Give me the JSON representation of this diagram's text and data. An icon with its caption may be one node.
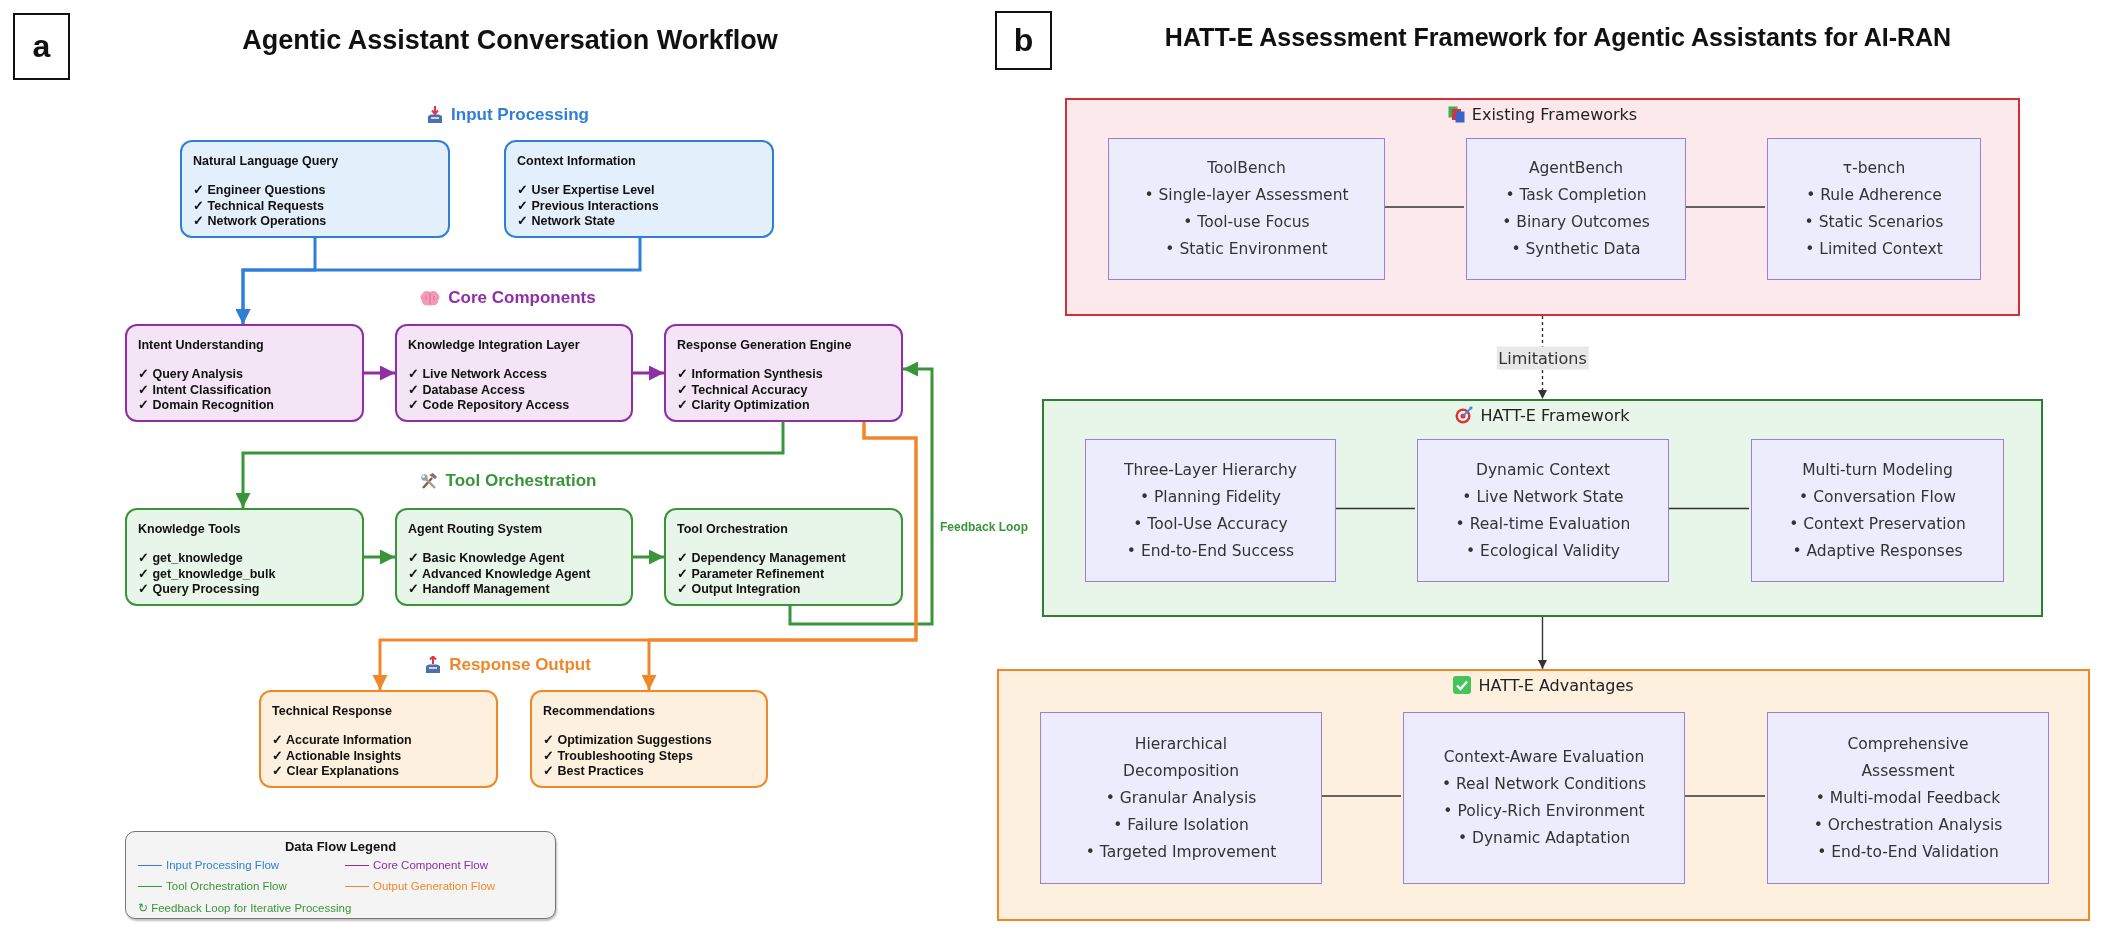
{
  "diagram": {
    "nodes": [
      {
        "text": [
          "Natural Language Query",
          "✓ Engineer Questions",
          "✓ Technical Requests",
          "✓ Network Operations"
        ]
      },
      {
        "text": [
          "Context Information",
          "✓ User Expertise Level",
          "✓ Previous Interactions",
          "✓ Network State"
        ]
      },
      {
        "text": [
          "Intent Understanding",
          "✓ Query Analysis",
          "✓ Intent Classification",
          "✓ Domain Recognition"
        ]
      },
      {
        "text": [
          "Knowledge Integration Layer",
          "✓ Live Network Access",
          "✓ Database Access",
          "✓ Code Repository Access"
        ]
      },
      {
        "text": [
          "Response Generation Engine",
          "✓ Information Synthesis",
          "✓ Technical Accuracy",
          "✓ Clarity Optimization"
        ]
      },
      {
        "text": [
          "Knowledge Tools",
          "✓ get_knowledge",
          "✓ get_knowledge_bulk",
          "✓ Query Processing"
        ]
      },
      {
        "text": [
          "Agent Routing System",
          "✓ Basic Knowledge Agent",
          "✓ Advanced Knowledge Agent",
          "✓ Handoff Management"
        ]
      },
      {
        "text": [
          "Tool Orchestration",
          "✓ Dependency Management",
          "✓ Parameter Refinement",
          "✓ Output Integration"
        ]
      },
      {
        "text": [
          "Technical Response",
          "✓ Accurate Information",
          "✓ Actionable Insights",
          "✓ Clear Explanations"
        ]
      },
      {
        "text": [
          "Recommendations",
          "✓ Optimization Suggestions",
          "✓ Troubleshooting Steps",
          "✓ Best Practices"
        ]
      },
      {
        "text": [
          "Existing Frameworks"
        ]
      },
      {
        "text": [
          "ToolBench",
          "• Single-layer Assessment",
          "• Tool-use Focus",
          "• Static Environment"
        ],
        "in": 10
      },
      {
        "text": [
          "AgentBench",
          "• Task Completion",
          "• Binary Outcomes",
          "• Synthetic Data"
        ],
        "in": 10
      },
      {
        "text": [
          "τ-bench",
          "• Rule Adherence",
          "• Static Scenarios",
          "• Limited Context"
        ],
        "in": 10
      },
      {
        "text": [
          "HATT-E Framework"
        ]
      },
      {
        "text": [
          "Three-Layer Hierarchy",
          "• Planning Fidelity",
          "• Tool-Use Accuracy",
          "• End-to-End Success"
        ],
        "in": 14
      },
      {
        "text": [
          "Dynamic Context",
          "• Live Network State",
          "• Real-time Evaluation",
          "• Ecological Validity"
        ],
        "in": 14
      },
      {
        "text": [
          "Multi-turn Modeling",
          "• Conversation Flow",
          "• Context Preservation",
          "• Adaptive Responses"
        ],
        "in": 14
      },
      {
        "text": [
          "HATT-E Advantages"
        ]
      },
      {
        "text": [
          "Hierarchical Decomposition",
          "• Granular Analysis",
          "• Failure Isolation",
          "• Targeted Improvement"
        ],
        "in": 18
      },
      {
        "text": [
          "Context-Aware Evaluation",
          "• Real Network Conditions",
          "• Policy-Rich Environment",
          "• Dynamic Adaptation"
        ],
        "in": 18
      },
      {
        "text": [
          "Comprehensive Assessment",
          "• Multi-modal Feedback",
          "• Orchestration Analysis",
          "• End-to-End Validation"
        ],
        "in": 18
      }
    ],
    "edges": [
      {
        "from": 0,
        "to": 2,
        "arrow": "to",
        "color": "#2f7fd8"
      },
      {
        "from": 1,
        "to": 2,
        "arrow": "to",
        "color": "#2f7fd8"
      },
      {
        "from": 2,
        "to": 3,
        "arrow": "to",
        "color": "#8e2fa8"
      },
      {
        "from": 3,
        "to": 4,
        "arrow": "to",
        "color": "#8e2fa8"
      },
      {
        "from": 4,
        "to": 5,
        "arrow": "to",
        "color": "#3a953a"
      },
      {
        "from": 5,
        "to": 6,
        "arrow": "to",
        "color": "#3a953a"
      },
      {
        "from": 6,
        "to": 7,
        "arrow": "to",
        "color": "#3a953a"
      },
      {
        "from": 7,
        "to": 4,
        "arrow": "to",
        "color": "#3a953a",
        "label": "Feedback Loop"
      },
      {
        "from": 4,
        "to": 8,
        "arrow": "to",
        "color": "#f0882a"
      },
      {
        "from": 4,
        "to": 9,
        "arrow": "to",
        "color": "#f0882a"
      },
      {
        "from": 10,
        "to": 14,
        "arrow": "to",
        "style": "dashed",
        "label": "Limitations"
      },
      {
        "from": 14,
        "to": 18,
        "arrow": "to"
      },
      {
        "from": 11,
        "to": 12,
        "arrow": "none"
      },
      {
        "from": 12,
        "to": 13,
        "arrow": "none"
      },
      {
        "from": 15,
        "to": 16,
        "arrow": "none"
      },
      {
        "from": 16,
        "to": 17,
        "arrow": "none"
      },
      {
        "from": 19,
        "to": 20,
        "arrow": "none"
      },
      {
        "from": 20,
        "to": 21,
        "arrow": "none"
      }
    ],
    "labels": [
      "a",
      "Agentic Assistant Conversation Workflow",
      "b",
      "HATT-E Assessment Framework for Agentic Assistants for AI-RAN",
      "Input Processing",
      "Core Components",
      "Tool Orchestration",
      "Response Output",
      "Data Flow Legend"
    ],
    "legend": [
      {
        "text": "Input Processing Flow"
      },
      {
        "text": "Core Component Flow"
      },
      {
        "text": "Tool Orchestration Flow"
      },
      {
        "text": "Output Generation Flow"
      },
      {
        "text": "↻ Feedback Loop for Iterative Processing"
      }
    ]
  }
}
